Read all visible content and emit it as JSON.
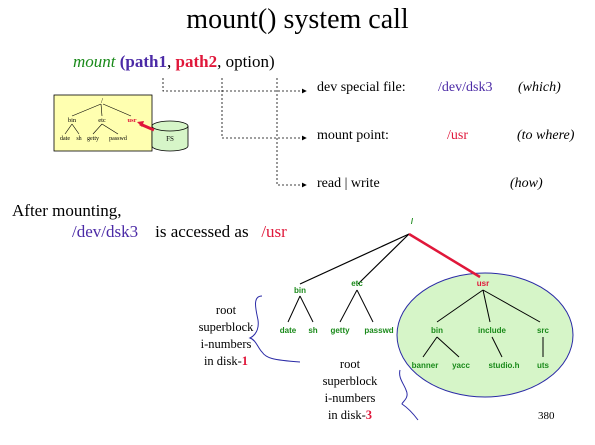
{
  "title": "mount() system call",
  "signature": {
    "fn": "mount",
    "open": "(",
    "arg1": "path1",
    "comma": ",",
    "arg2": "path2",
    "rest": ", option)"
  },
  "mini_tree": {
    "root": "/",
    "level1": [
      "bin",
      "etc",
      "usr"
    ],
    "level2": [
      "date",
      "sh",
      "getty",
      "passwd"
    ],
    "disk": "FS"
  },
  "rows": [
    {
      "label": "dev special file:",
      "value": "/dev/dsk3",
      "note": "(which)"
    },
    {
      "label": "mount point:",
      "value": "/usr",
      "note": "(to where)"
    },
    {
      "label": "read | write",
      "value": "",
      "note": "(how)"
    }
  ],
  "after": {
    "line1": "After mounting,",
    "device": "/dev/dsk3",
    "middle": "is accessed  as",
    "path": "/usr"
  },
  "tree": {
    "root": "/",
    "bin": "bin",
    "etc": "etc",
    "usr": "usr",
    "bin_children": [
      "date",
      "sh"
    ],
    "etc_children": [
      "getty",
      "passwd"
    ],
    "usr_children": [
      "bin",
      "include",
      "src"
    ],
    "usr_bin_children": [
      "banner",
      "yacc"
    ],
    "include_children": [
      "studio.h"
    ],
    "src_children": [
      "uts"
    ]
  },
  "note1": {
    "lines": [
      "root",
      "superblock",
      "i-numbers",
      "in disk-"
    ],
    "num": "1"
  },
  "note2": {
    "lines": [
      "root",
      "superblock",
      "i-numbers",
      "in disk-"
    ],
    "num": "3"
  },
  "page_number": "380",
  "colors": {
    "green": "#1a8a1a",
    "red": "#e0173a",
    "purple": "#4b2aa6",
    "yellow": "#ffffb0",
    "ellipse": "#d6f5c8"
  }
}
